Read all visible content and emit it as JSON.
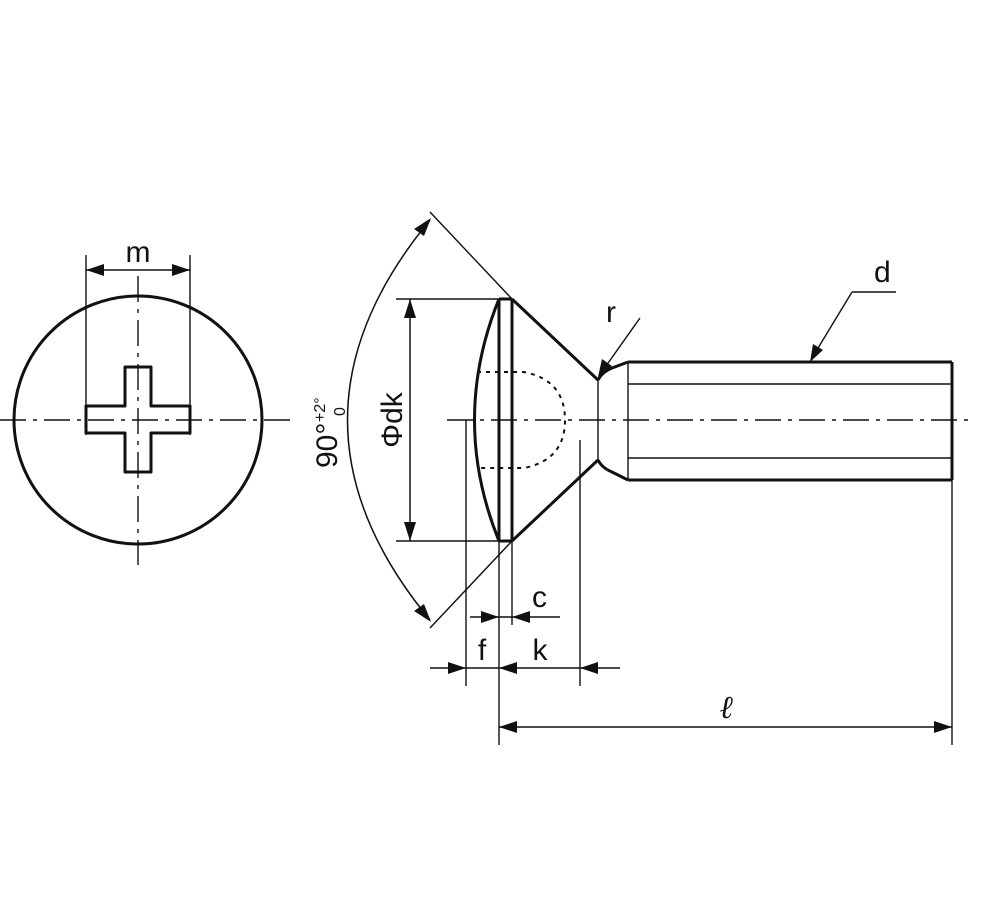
{
  "labels": {
    "m": "m",
    "d": "d",
    "r": "r",
    "angle_main": "90°",
    "angle_tol_upper": "+2°",
    "angle_tol_lower": "0",
    "dk": "Φdk",
    "c": "c",
    "f": "f",
    "k": "k",
    "l": "ℓ"
  }
}
